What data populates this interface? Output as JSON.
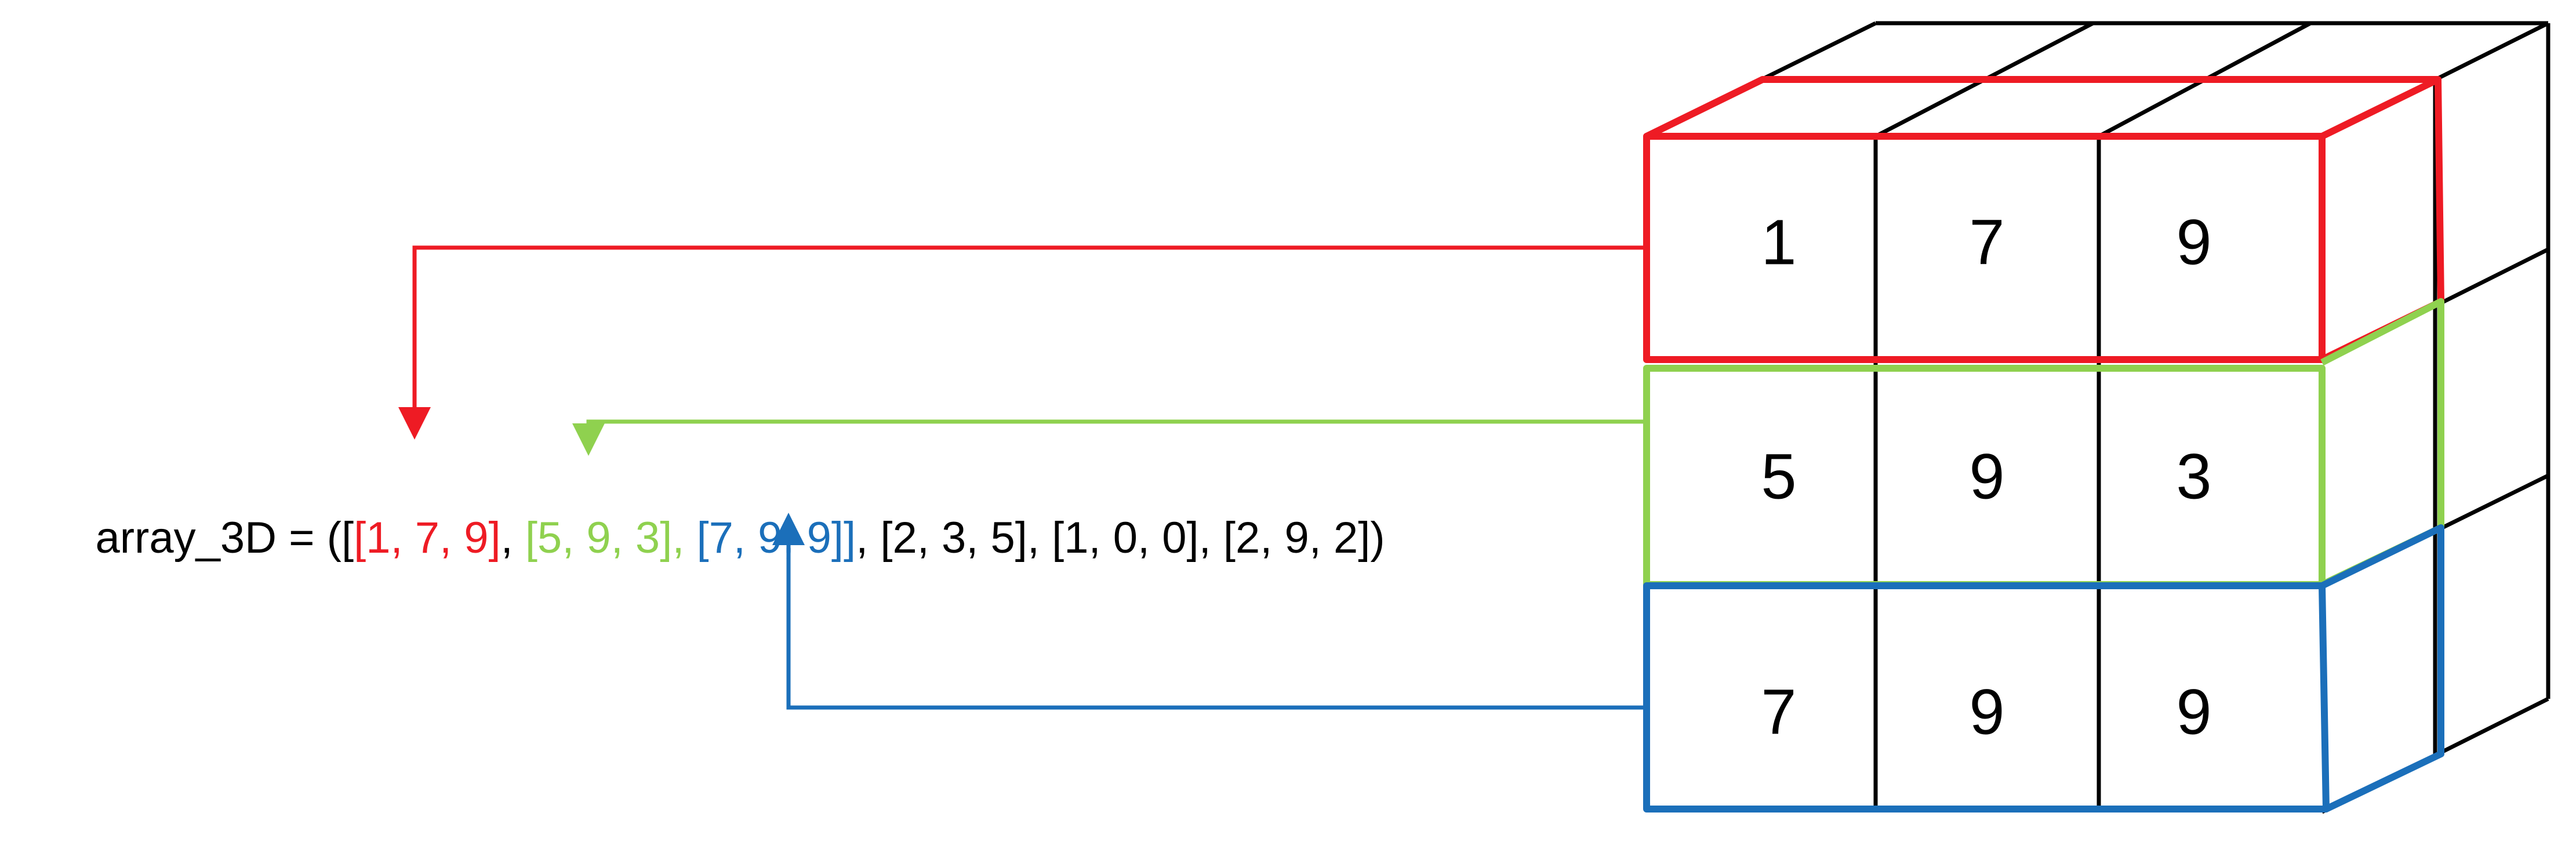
{
  "expression": {
    "name": "array_3D",
    "prefix": "array_3D = ([",
    "rows": [
      {
        "text": "[1, 7, 9]",
        "sep": ", ",
        "highlight": "red"
      },
      {
        "text": "[5, 9, 3]",
        "sep": ", ",
        "highlight": "green"
      },
      {
        "text": "[7, 9, 9]",
        "sep": "]",
        "highlight": "blue"
      },
      {
        "text": ", [2, 3, 5], [1, 0, 0], [2, 9, 2])",
        "sep": "",
        "highlight": "none"
      }
    ]
  },
  "front_face": [
    [
      "1",
      "7",
      "9"
    ],
    [
      "5",
      "9",
      "3"
    ],
    [
      "7",
      "9",
      "9"
    ]
  ],
  "colors": {
    "red": "#ee1b24",
    "green": "#8fd14f",
    "blue": "#1b6fba",
    "ink": "#000000",
    "none": "#000000"
  }
}
